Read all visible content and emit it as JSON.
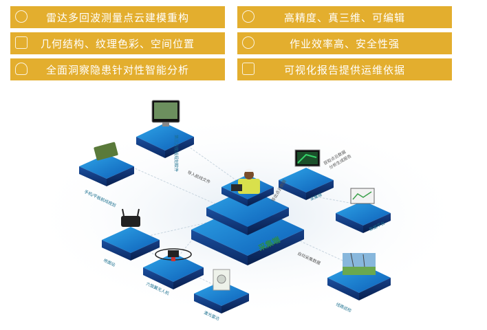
{
  "features": {
    "left": [
      "雷达多回波测量点云建模重构",
      "几何结构、纹理色彩、空间位置",
      "全面洞察隐患针对性智能分析"
    ],
    "right": [
      "高精度、真三维、可编辑",
      "作业效率高、安全性强",
      "可视化报告提供运维依据"
    ]
  },
  "diagram": {
    "center": "采集端",
    "nodes": {
      "planning_software": "第三方航线规划软件",
      "handheld_app": "手机/平板航线规划",
      "workstation": "采集端",
      "data_platform": "数据平台",
      "line_scan": "线路巡检",
      "ground_station": "地面站",
      "drone": "六旋翼无人机",
      "laser_radar": "激光雷达"
    },
    "edges": {
      "import_route": "导入航线文件",
      "upload_data": "导出点云数据",
      "auto_collect": "自动采集数据",
      "pointcloud_note": "获取点云数据\n分析生成报告"
    }
  }
}
